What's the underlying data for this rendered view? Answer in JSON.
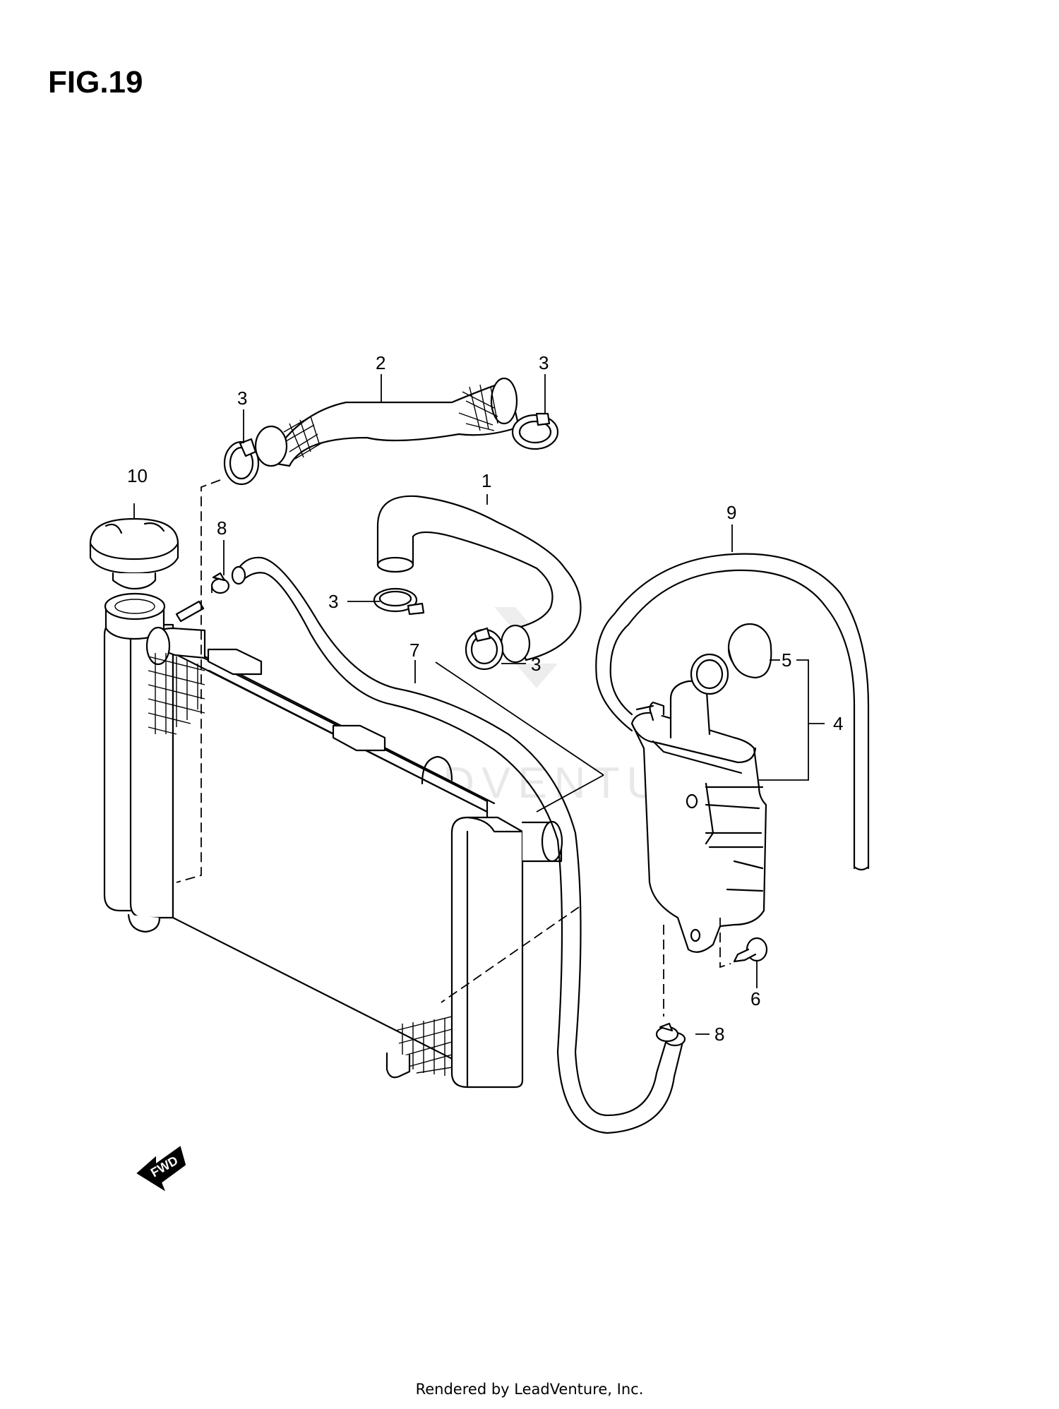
{
  "title": "FIG.19",
  "watermark": "LEADVENTURE",
  "fwd_label": "FWD",
  "footer": "Rendered by LeadVenture, Inc.",
  "callouts": [
    {
      "id": "1",
      "label": "1"
    },
    {
      "id": "2",
      "label": "2"
    },
    {
      "id": "3a",
      "label": "3"
    },
    {
      "id": "3b",
      "label": "3"
    },
    {
      "id": "3c",
      "label": "3"
    },
    {
      "id": "3d",
      "label": "3"
    },
    {
      "id": "4",
      "label": "4"
    },
    {
      "id": "5",
      "label": "5"
    },
    {
      "id": "6",
      "label": "6"
    },
    {
      "id": "7",
      "label": "7"
    },
    {
      "id": "8a",
      "label": "8"
    },
    {
      "id": "8b",
      "label": "8"
    },
    {
      "id": "9",
      "label": "9"
    },
    {
      "id": "10",
      "label": "10"
    }
  ]
}
